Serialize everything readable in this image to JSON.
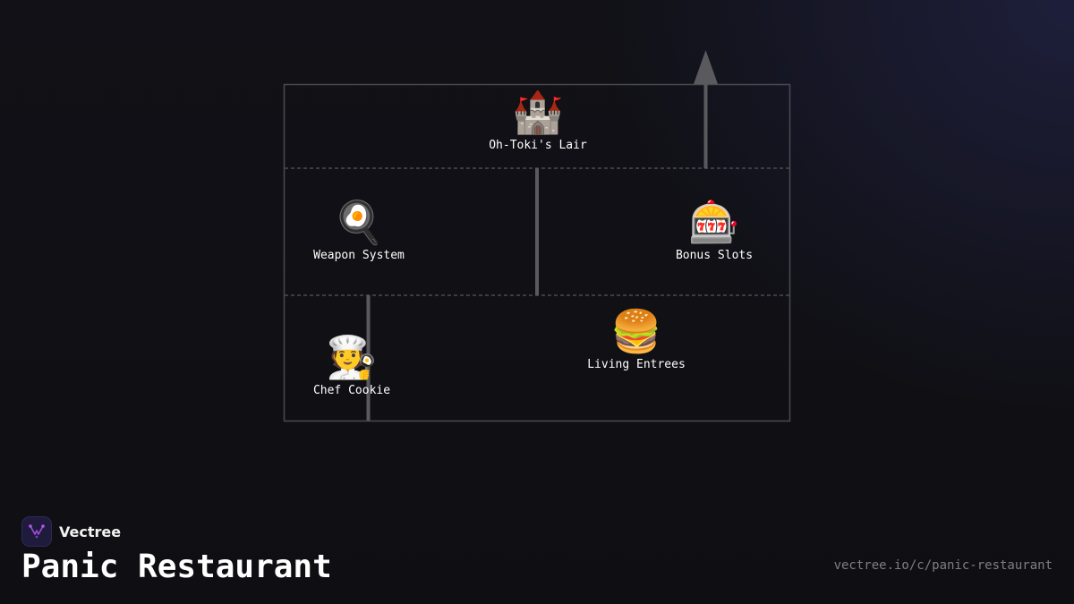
{
  "diagram": {
    "nodes": [
      {
        "id": "lair",
        "emoji": "🏰",
        "label": "Oh-Toki's Lair"
      },
      {
        "id": "weapon",
        "emoji": "🍳",
        "label": "Weapon System"
      },
      {
        "id": "slots",
        "emoji": "🎰",
        "label": "Bonus Slots"
      },
      {
        "id": "entrees",
        "emoji": "🍔",
        "label": "Living Entrees"
      },
      {
        "id": "chef",
        "emoji": "🧑‍🍳",
        "label": "Chef Cookie"
      }
    ]
  },
  "footer": {
    "brand": "Vectree",
    "title": "Panic Restaurant",
    "url": "vectree.io/c/panic-restaurant"
  },
  "colors": {
    "background": "#101015",
    "frame": "#4a4a52",
    "connector": "#5a5a5e",
    "brand_accent": "#a24bd8"
  }
}
